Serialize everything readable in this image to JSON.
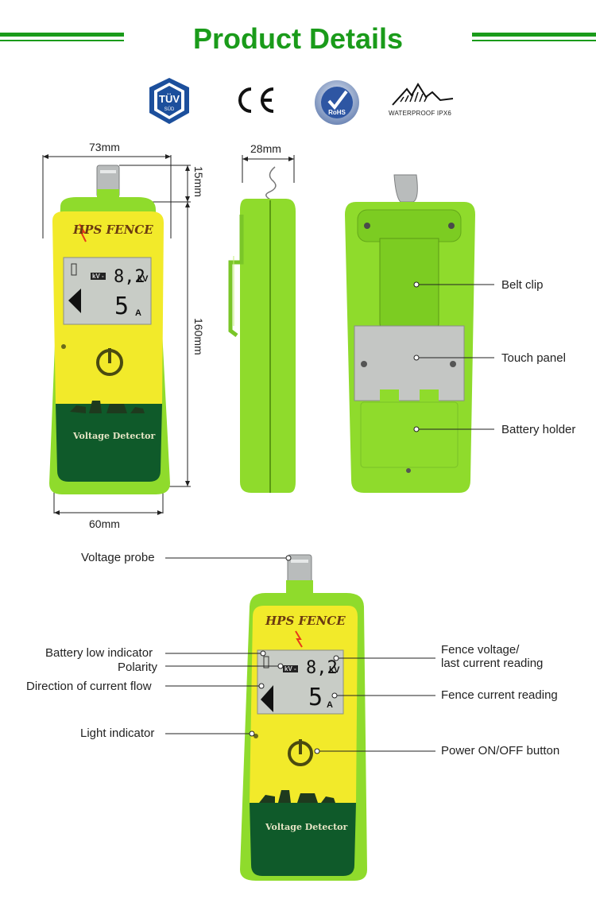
{
  "header": {
    "title": "Product Details"
  },
  "certifications": [
    {
      "icon": "tuv-sud-badge-icon",
      "text": "TÜV SÜD"
    },
    {
      "icon": "ce-mark-icon",
      "text": "CE"
    },
    {
      "icon": "rohs-badge-icon",
      "text": "RoHS"
    },
    {
      "icon": "waterproof-icon",
      "caption": "WATERPROOF IPX6"
    }
  ],
  "dimensions": {
    "width": "73mm",
    "depth": "28mm",
    "clip": "15mm",
    "height": "160mm",
    "body_width": "60mm"
  },
  "device": {
    "brand": "HPS FENCE",
    "name": "Voltage Detector",
    "voltage_value": "8,2",
    "voltage_unit": "kV",
    "voltage_tag": "kV -",
    "current_value": "5",
    "current_unit": "A"
  },
  "back_labels": {
    "belt_clip": "Belt clip",
    "touch_panel": "Touch panel",
    "battery_holder": "Battery holder"
  },
  "front_labels": {
    "voltage_probe": "Voltage probe",
    "battery_low": "Battery low indicator",
    "polarity": "Polarity",
    "direction": "Direction of current flow",
    "light": "Light indicator",
    "fence_voltage_1": "Fence voltage/",
    "fence_voltage_2": "last current reading",
    "fence_current": "Fence current reading",
    "power": "Power ON/OFF button"
  },
  "colors": {
    "brand_green": "#1a9b1a",
    "device_green": "#8fdb2c",
    "device_yellow": "#f2ea2a",
    "device_dark": "#0f5a2a"
  }
}
